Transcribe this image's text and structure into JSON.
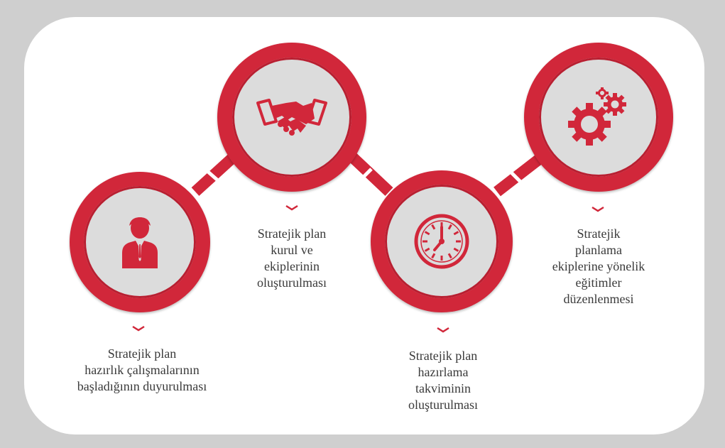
{
  "colors": {
    "background": "#cfcfcf",
    "panel": "#ffffff",
    "accent_red": "#d1273a",
    "circle_inner": "#dcdcdc",
    "text": "#3a3a3a"
  },
  "steps": [
    {
      "icon": "businessman-icon",
      "label_lines": [
        "Stratejik plan",
        "hazırlık çalışmalarının",
        "başladığının duyurulması"
      ]
    },
    {
      "icon": "handshake-icon",
      "label_lines": [
        "Stratejik plan",
        "kurul ve",
        "ekiplerinin",
        "oluşturulması"
      ]
    },
    {
      "icon": "clock-icon",
      "label_lines": [
        "Stratejik plan",
        "hazırlama",
        "takviminin",
        "oluşturulması"
      ]
    },
    {
      "icon": "gears-icon",
      "label_lines": [
        "Stratejik",
        "planlama",
        "ekiplerine yönelik",
        "eğitimler",
        "düzenlenmesi"
      ]
    }
  ]
}
